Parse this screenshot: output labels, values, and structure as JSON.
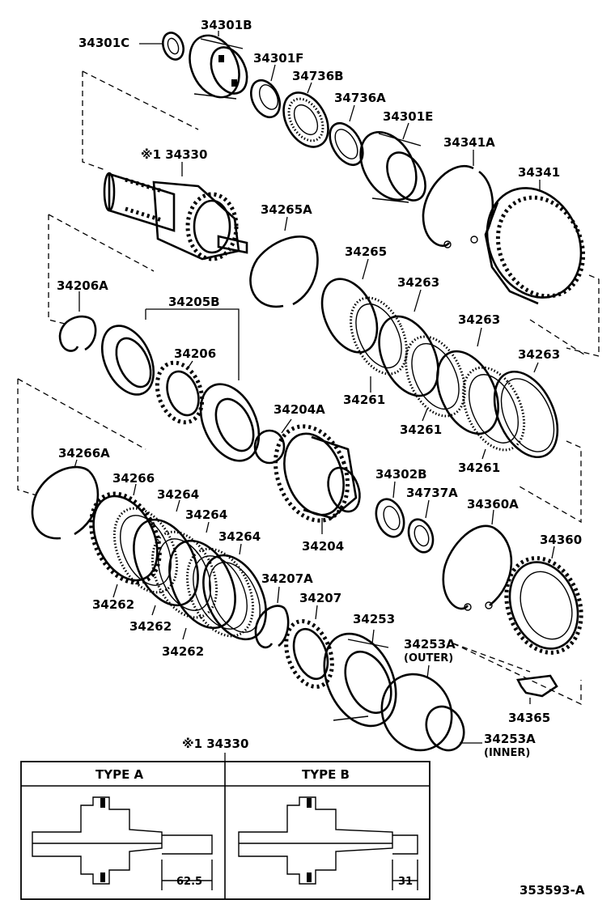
{
  "diagram": {
    "parts": {
      "p34301C": "34301C",
      "p34301B": "34301B",
      "p34301F": "34301F",
      "p34736B": "34736B",
      "p34736A": "34736A",
      "p34301E": "34301E",
      "p34341A": "34341A",
      "p34341": "34341",
      "p34330": "※1 34330",
      "p34265A": "34265A",
      "p34206A": "34206A",
      "p34205B": "34205B",
      "p34206": "34206",
      "p34265": "34265",
      "p34263a": "34263",
      "p34263b": "34263",
      "p34263c": "34263",
      "p34261a": "34261",
      "p34261b": "34261",
      "p34261c": "34261",
      "p34204A": "34204A",
      "p34266A": "34266A",
      "p34266": "34266",
      "p34264a": "34264",
      "p34264b": "34264",
      "p34264c": "34264",
      "p34302B": "34302B",
      "p34737A": "34737A",
      "p34360A": "34360A",
      "p34360": "34360",
      "p34204": "34204",
      "p34207A": "34207A",
      "p34207": "34207",
      "p34253": "34253",
      "p34253A_outer": "34253A",
      "p34253A_outer_note": "(OUTER)",
      "p34253A_inner": "34253A",
      "p34253A_inner_note": "(INNER)",
      "p34262a": "34262",
      "p34262b": "34262",
      "p34262c": "34262",
      "p34365": "34365"
    },
    "detail": {
      "title": "※1 34330",
      "type_a": "TYPE A",
      "type_b": "TYPE B",
      "dim_a": "62.5",
      "dim_b": "31"
    },
    "figure_code": "353593-A"
  }
}
